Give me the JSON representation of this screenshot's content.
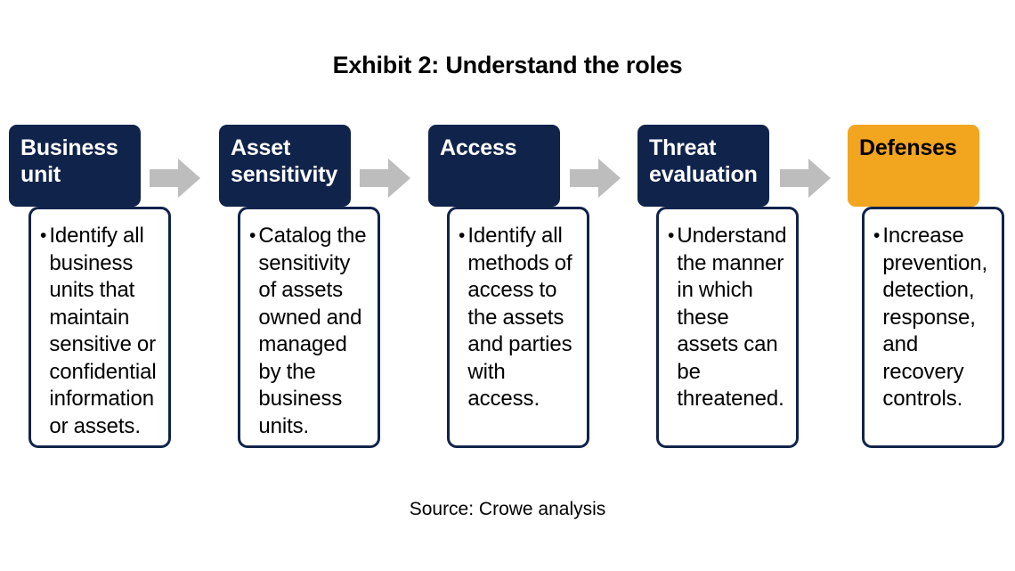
{
  "title": "Exhibit 2: Understand the roles",
  "source": "Source: Crowe analysis",
  "colors": {
    "navy": "#10234a",
    "amber": "#f2a51f",
    "arrow_gray": "#bdbdbd",
    "background": "#ffffff",
    "text_dark": "#000000",
    "text_light": "#ffffff"
  },
  "bullet_glyph": "•",
  "arrows": [
    {
      "name": "arrow-1-2",
      "icon": "arrow-right-icon"
    },
    {
      "name": "arrow-2-3",
      "icon": "arrow-right-icon"
    },
    {
      "name": "arrow-3-4",
      "icon": "arrow-right-icon"
    },
    {
      "name": "arrow-4-5",
      "icon": "arrow-right-icon"
    }
  ],
  "stages": [
    {
      "id": "business-unit",
      "header": "Business unit",
      "body": "Identify all business units that maintain sensitive or confidential information or assets.",
      "header_style": "navy"
    },
    {
      "id": "asset-sensitivity",
      "header": "Asset sensitivity",
      "body": "Catalog the sensitivity of assets owned and managed by the business units.",
      "header_style": "navy"
    },
    {
      "id": "access",
      "header": "Access",
      "body": "Identify all methods of access to the assets and parties with access.",
      "header_style": "navy"
    },
    {
      "id": "threat-evaluation",
      "header": "Threat evaluation",
      "body": "Understand the manner in which these assets can be threatened.",
      "header_style": "navy"
    },
    {
      "id": "defenses",
      "header": "Defenses",
      "body": "Increase prevention, detection, response, and recovery controls.",
      "header_style": "amber"
    }
  ]
}
